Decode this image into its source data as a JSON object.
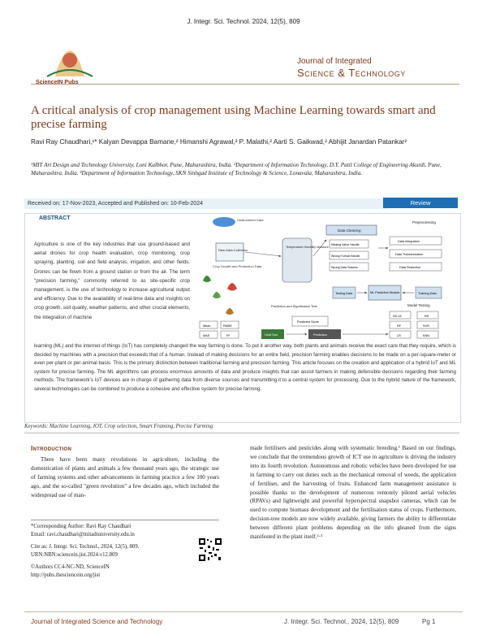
{
  "header": {
    "citation": "J. Integr. Sci. Technol. 2024, 12(5), 809",
    "journal_line1": "Journal of Integrated",
    "journal_line2": "Science & Technology",
    "logo_text": "ScienceIN Pubs"
  },
  "article": {
    "title": "A critical analysis of crop management using Machine Learning towards smart and precise farming",
    "authors": "Ravi Ray Chaudhari,¹* Kalyan Devappa Bamane,² Himanshi Agrawal,³ P. Malathi,² Aarti S. Gaikwad,² Abhijit Janardan Patankar²",
    "affiliations": "¹MIT Art Design and Technology University, Loni Kalbhor, Pune, Maharashtra, India. ²Department of Information Technology, D.Y. Patil College of Engineering Akurdi, Pune, Maharashtra. India. ³Department of Information Technology, SKN Sinhgad Institute of Technology & Science, Lonavala, Maharashtra, India.",
    "dates": "Received on: 17-Nov-2023, Accepted and Published on: 10-Feb-2024",
    "type_badge": "Review"
  },
  "abstract": {
    "label": "ABSTRACT",
    "narrow_text": "Agriculture is one of the key industries that use ground-based and aerial drones for crop health evaluation, crop monitoring, crop spraying, planting, soil and field analysis, irrigation, and other fields. Drones can be flown from a ground station or from the air. The term \"precision farming,\" commonly referred to as site-specific crop management, is the use of technology to increase agricultural output and efficiency. Due to the availability of real-time data and insights on crop growth, soil quality, weather patterns, and other crucial elements, the integration of machine",
    "wide_text": "learning (ML) and the internet of things (IoT) has completely changed the way farming is done. To put it another way, both plants and animals receive the exact care that they require, which is decided by machines with a precision that exceeds that of a human. Instead of making decisions for an entire field, precision farming enables decisions to be made on a per-square-meter or even per-plant or per-animal basis. This is the primary distinction between traditional farming and precision farming. This article focuses on the creation and application of a hybrid IoT and ML system for precise farming. The ML algorithms can process enormous amounts of data and produce insights that can assist farmers in making defensible decisions regarding their farming methods. The framework's IoT devices are in charge of gathering data from diverse sources and transmitting it to a central system for processing. Due to the hybrid nature of the framework, several technologies can be combined to produce a cohesive and effective system for precise farming.",
    "keywords": "Keywords: Machine Learning, IOT, Crop selection, Smart Framing, Precise Farming"
  },
  "figure": {
    "labels": [
      "Unstructured Data",
      "Raw Data Collection",
      "Crop Growth and Production Data",
      "Temperature Humidity Moisture",
      "Data Cleaning",
      "Missing Value Handle",
      "Wrong Format Handle",
      "Wrong Data Solution",
      "Preprocessing",
      "Data Integration",
      "Data Transformation",
      "Data Reduction",
      "Testing Data",
      "ML Predictive Module",
      "Training Data",
      "Prediction and Significance Test",
      "Model Testing",
      "Predicted Score",
      "Hold Test",
      "Prediction",
      "Mean",
      "RMSE",
      "MAE",
      "R²",
      "SS-24",
      "RS",
      "RF",
      "SVR",
      "LR",
      "KNN"
    ]
  },
  "body": {
    "intro_heading": "Introduction",
    "intro_para": "There have been many revolutions in agriculture, including the domestication of plants and animals a few thousand years ago, the strategic use of farming systems and other advancements in farming practice a few 100 years ago, and the so-called \"green revolution\" a few decades ago, which included the widespread use of man-",
    "right_col": "made fertilisers and pesticides along with systematic breeding.¹ Based on our findings, we conclude that the tremendous growth of ICT use in agriculture is driving the industry into its fourth revolution. Autonomous and robotic vehicles have been developed for use in farming to carry out duties such as the mechanical removal of weeds, the application of fertiliser, and the harvesting of fruits. Enhanced farm management assistance is possible thanks to the development of numerous remotely piloted aerial vehicles (RPAVs) and lightweight and powerful hyperspectral snapshot cameras, which can be used to compute biomass development and the fertilisation status of crops. Furthermore, decision-tree models are now widely available, giving farmers the ability to differentiate between different plant problems depending on the info gleaned from the signs manifested in the plant itself.²·³"
  },
  "correspondence": {
    "author": "*Corresponding Author: Ravi Ray Chaudhari",
    "email": "Email: ravi.chaudhari@mitadtuniversity.edu.in",
    "cite_as": "Cite as: J. Integr. Sci. Technol., 2024, 12(5), 809.",
    "urn": "URN:NBN:sciencein.jist.2024.v12.809",
    "license": "©Authors CC4-NC-ND, ScienceIN",
    "url": "http://pubs.thesciencein.org/jist"
  },
  "footer": {
    "journal": "Journal of Integrated Science and Technology",
    "citation": "J. Integr. Sci. Technol., 2024, 12(5), 809",
    "page": "Pg 1"
  }
}
